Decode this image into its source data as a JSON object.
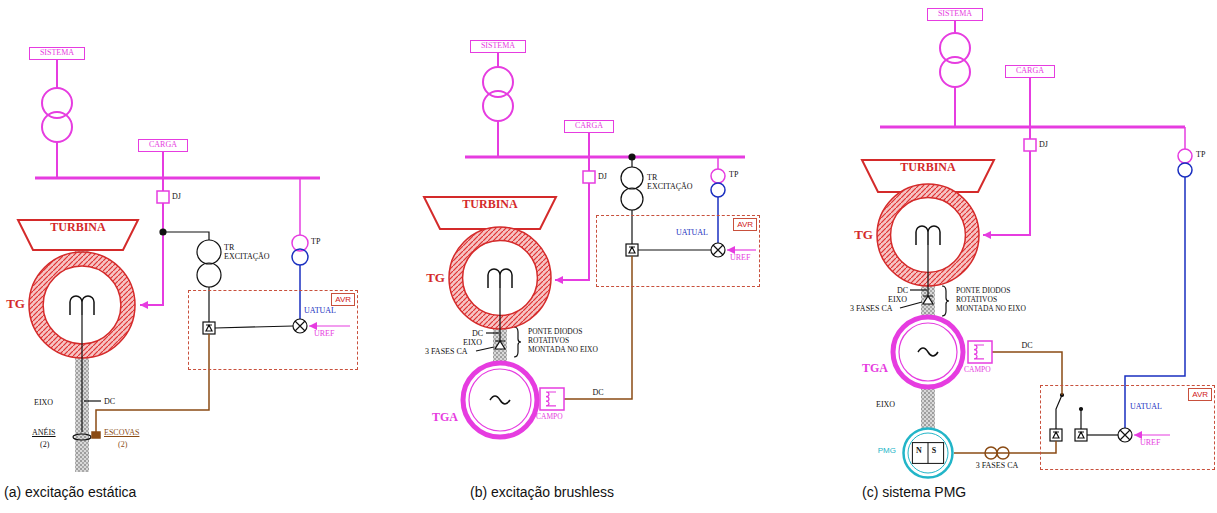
{
  "diagram": {
    "nodes": [
      {
        "text": [
          "SISTEMA"
        ]
      },
      {
        "text": [
          "CARGA"
        ]
      },
      {
        "text": [
          "TURBINA"
        ]
      },
      {
        "text": [
          "TG"
        ]
      },
      {
        "text": [
          "AVR"
        ]
      },
      {
        "text": [
          "SISTEMA"
        ]
      },
      {
        "text": [
          "CARGA"
        ]
      },
      {
        "text": [
          "TURBINA"
        ]
      },
      {
        "text": [
          "TG"
        ]
      },
      {
        "text": [
          "TGA"
        ]
      },
      {
        "text": [
          "CAMPO"
        ]
      },
      {
        "text": [
          "AVR"
        ]
      },
      {
        "text": [
          "SISTEMA"
        ]
      },
      {
        "text": [
          "CARGA"
        ]
      },
      {
        "text": [
          "TURBINA"
        ]
      },
      {
        "text": [
          "TG"
        ]
      },
      {
        "text": [
          "TGA"
        ]
      },
      {
        "text": [
          "CAMPO"
        ]
      },
      {
        "text": [
          "PMG",
          "N",
          "S"
        ]
      },
      {
        "text": [
          "AVR"
        ]
      }
    ],
    "edges": [
      {
        "from": 11,
        "to": 10,
        "arrow": "none",
        "label": "DC"
      },
      {
        "from": 17,
        "to": 19,
        "arrow": "none",
        "label": "DC"
      },
      {
        "from": 18,
        "to": 19,
        "arrow": "none",
        "label": "3 FASES CA"
      }
    ],
    "labels": [
      "DJ",
      "TR EXCITAÇÃO",
      "TP",
      "UATUAL",
      "UREF",
      "EIXO",
      "DC",
      "ANÉIS",
      "(2)",
      "ESCOVAS",
      "(2)",
      "(a) excitação estática",
      "DJ",
      "TR EXCITAÇÃO",
      "TP",
      "UATUAL",
      "UREF",
      "DC",
      "EIXO",
      "3 FASES CA",
      "PONTE DIODOS ROTATIVOS MONTADA NO EIXO",
      "(b) excitação brushless",
      "DJ",
      "TP",
      "DC",
      "EIXO",
      "3 FASES CA",
      "PONTE DIODOS ROTATIVOS MONTADA NO EIXO",
      "UATUAL",
      "UREF",
      "EIXO",
      "(c) sistema PMG"
    ]
  }
}
